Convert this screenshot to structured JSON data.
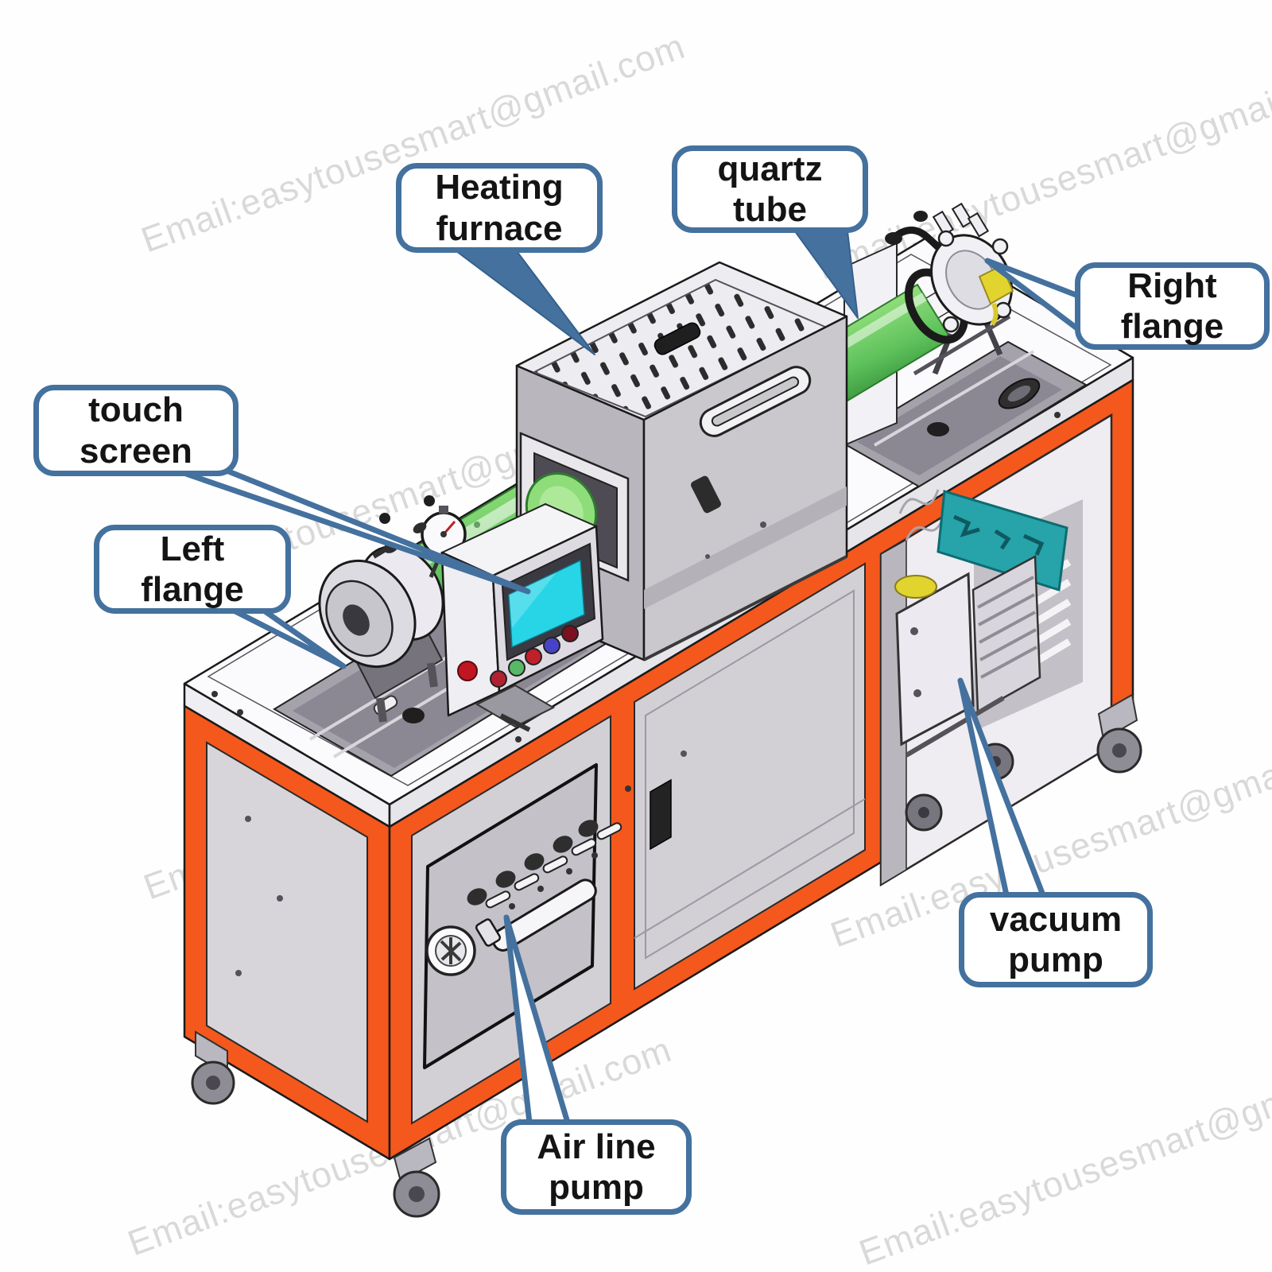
{
  "watermark": {
    "text": "Email:easytousesmart@gmail.com"
  },
  "callouts": {
    "heating_furnace": "Heating furnace",
    "quartz_tube": "quartz tube",
    "right_flange": "Right flange",
    "touch_screen": "touch screen",
    "left_flange": "Left flange",
    "vacuum_pump": "vacuum pump",
    "air_line_pump": "Air line pump"
  },
  "colors": {
    "callout_blue": "#44719e",
    "frame_orange": "#f4581c",
    "tube_green": "#8edd7a",
    "tube_green_dark": "#3f9e42",
    "tube_green_light": "#d8f3c6",
    "screen_cyan": "#27d5e7",
    "board_teal": "#27a3aa",
    "fitting_yellow": "#e2d42f",
    "panel_gray": "#d2cfd5",
    "watermark_gray": "#bfbfbf"
  }
}
